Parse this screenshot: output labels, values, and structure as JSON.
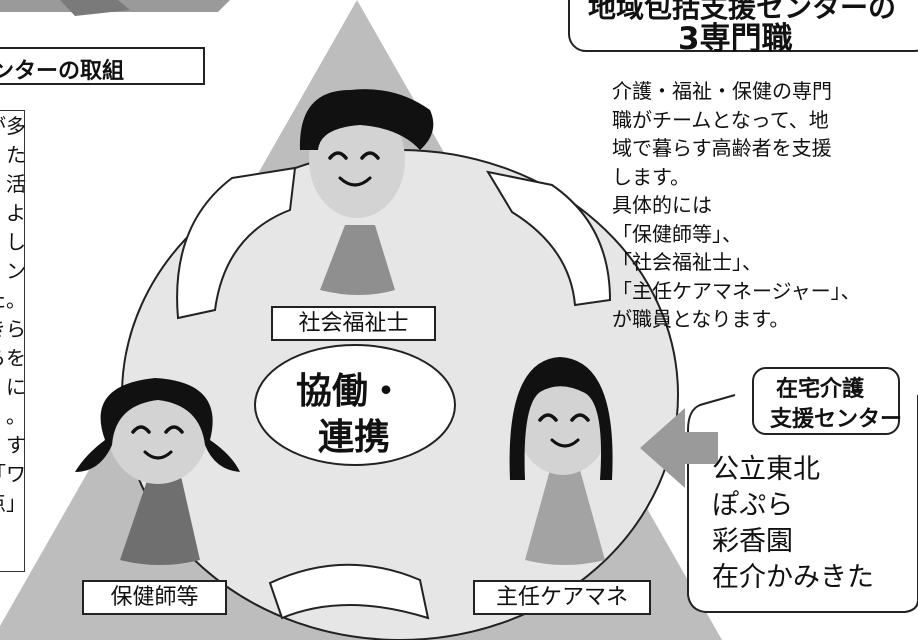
{
  "title": {
    "line1": "地域包括支援センターの",
    "line2": "3専門職"
  },
  "left_header": "ンターの取組",
  "left_column_chars": [
    "が多",
    "た",
    "活",
    "よ",
    "し",
    "ン",
    "た。",
    "きら",
    "らを",
    "に",
    "。",
    "す",
    "「ワ",
    "点」"
  ],
  "description": [
    "介護・福祉・保健の専門",
    "職がチームとなって、地",
    "域で暮らす高齢者を支援",
    "します。",
    "具体的には",
    "「保健師等」、",
    "「社会福祉士」、",
    "「主任ケアマネージャー」、",
    "が職員となります。"
  ],
  "roles": {
    "social_worker": "社会福祉士",
    "public_health_nurse": "保健師等",
    "care_manager": "主任ケアマネ"
  },
  "center": {
    "line1": "協働・",
    "line2": "連携"
  },
  "zaitaku": {
    "line1": "在宅介護",
    "line2": "支援センター"
  },
  "centers": [
    "公立東北",
    "ぽぷら",
    "彩香園",
    "在介かみきた"
  ]
}
